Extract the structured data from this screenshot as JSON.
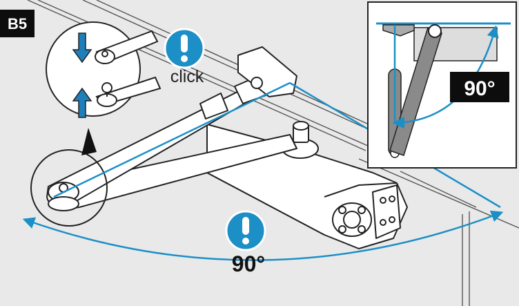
{
  "step_label": "B5",
  "notice_callout_label": "click",
  "inset_angle_label": "90°",
  "main_angle_label": "90°",
  "colors": {
    "background": "#e9e9e9",
    "accent_blue": "#1b8fc6",
    "arrow_blue": "#1f7fb9",
    "badge_black": "#0d0d0d",
    "outline": "#222222",
    "part_fill": "#ffffff",
    "arm_gray": "#8a8a8a"
  },
  "icons": [
    "down-arrow-icon",
    "up-arrow-icon",
    "exclamation-icon",
    "exclamation-icon"
  ]
}
